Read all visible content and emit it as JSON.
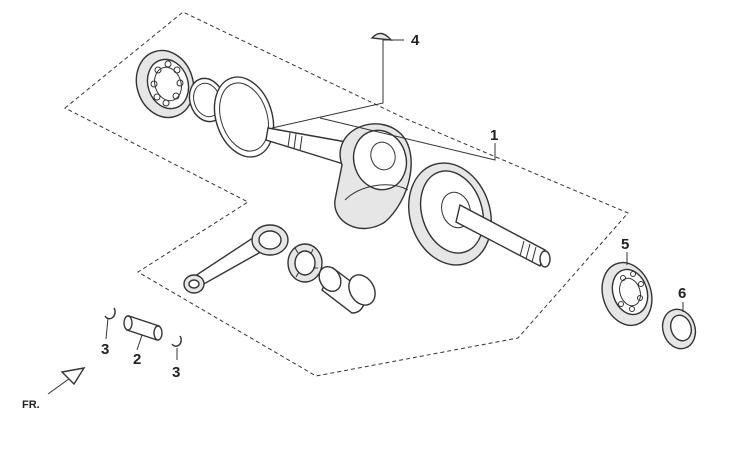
{
  "callouts": {
    "c1": "1",
    "c2": "2",
    "c3a": "3",
    "c3b": "3",
    "c4": "4",
    "c5": "5",
    "c6": "6"
  },
  "direction_label": "FR."
}
